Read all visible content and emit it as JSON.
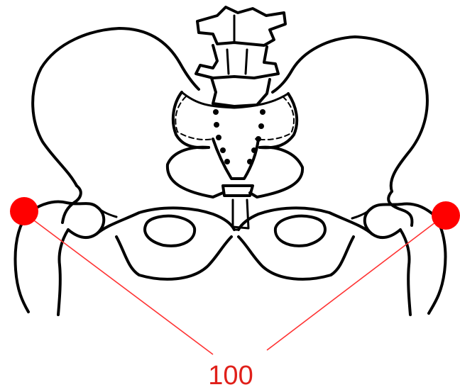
{
  "figure": {
    "callout_label": "100",
    "colors": {
      "outline": "#000000",
      "marker": "#ff0000",
      "leader": "#ff3333",
      "background": "#ffffff"
    },
    "markers": [
      {
        "name": "left-hip-marker",
        "color": "#ff0000"
      },
      {
        "name": "right-hip-marker",
        "color": "#ff0000"
      }
    ]
  }
}
